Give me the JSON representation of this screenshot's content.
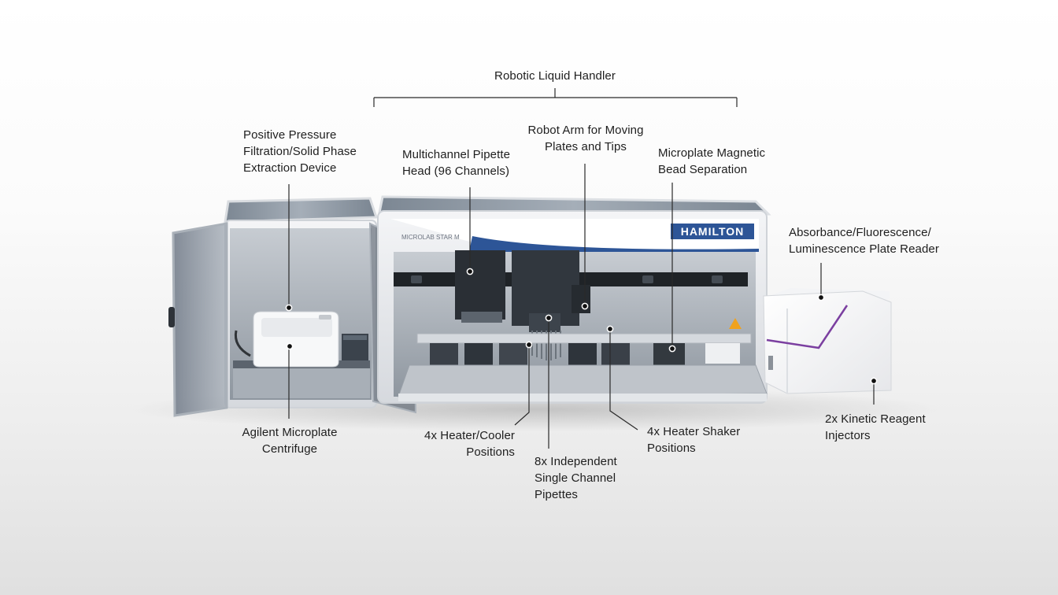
{
  "labels": {
    "robotic_liquid_handler": "Robotic Liquid Handler",
    "filtration_device": "Positive Pressure\nFiltration/Solid Phase\nExtraction Device",
    "multichannel_pipette_head": "Multichannel Pipette\nHead (96 Channels)",
    "robot_arm": "Robot Arm for Moving\nPlates and Tips",
    "magnetic_bead_separation": "Microplate Magnetic\nBead Separation",
    "plate_reader": "Absorbance/Fluorescence/\nLuminescence Plate Reader",
    "centrifuge": "Agilent Microplate\nCentrifuge",
    "heater_cooler": "4x Heater/Cooler\nPositions",
    "single_channel_pipettes": "8x Independent\nSingle Channel\nPipettes",
    "heater_shaker": "4x Heater Shaker\nPositions",
    "reagent_injectors": "2x Kinetic Reagent\nInjectors"
  },
  "device": {
    "brand": "HAMILTON",
    "model": "MICROLAB STAR M"
  },
  "colors": {
    "brand_blue": "#2d5597",
    "accent_purple": "#7b3fa0",
    "callout_line": "#2a2a2a"
  }
}
